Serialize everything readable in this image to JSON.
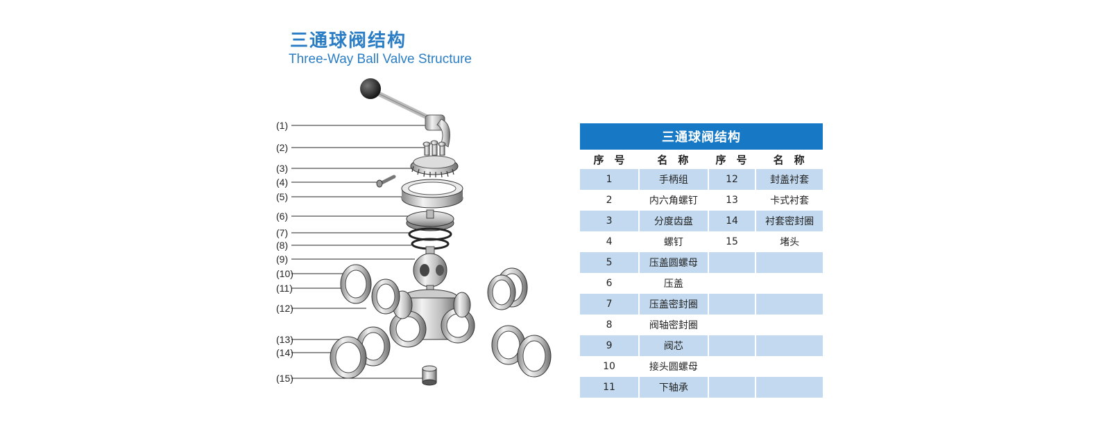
{
  "header": {
    "title_cn": "三通球阀结构",
    "title_en": "Three-Way Ball Valve Structure"
  },
  "diagram": {
    "callouts": [
      "(1)",
      "(2)",
      "(3)",
      "(4)",
      "(5)",
      "(6)",
      "(7)",
      "(8)",
      "(9)",
      "(10)",
      "(11)",
      "(12)",
      "(13)",
      "(14)",
      "(15)"
    ]
  },
  "table": {
    "title": "三通球阀结构",
    "columns": [
      "序　号",
      "名　称",
      "序　号",
      "名　称"
    ],
    "rows": [
      [
        "1",
        "手柄组",
        "12",
        "封盖衬套"
      ],
      [
        "2",
        "内六角螺钉",
        "13",
        "卡式衬套"
      ],
      [
        "3",
        "分度齿盘",
        "14",
        "衬套密封圈"
      ],
      [
        "4",
        "螺钉",
        "15",
        "堵头"
      ],
      [
        "5",
        "压盖圆螺母",
        "",
        ""
      ],
      [
        "6",
        "压盖",
        "",
        ""
      ],
      [
        "7",
        "压盖密封圈",
        "",
        ""
      ],
      [
        "8",
        "阀轴密封圈",
        "",
        ""
      ],
      [
        "9",
        "阀芯",
        "",
        ""
      ],
      [
        "10",
        "接头圆螺母",
        "",
        ""
      ],
      [
        "11",
        "下轴承",
        "",
        ""
      ]
    ]
  },
  "colors": {
    "accent": "#2a7dc4",
    "table_header": "#1779c5",
    "row_shade": "#c2d9ef"
  }
}
